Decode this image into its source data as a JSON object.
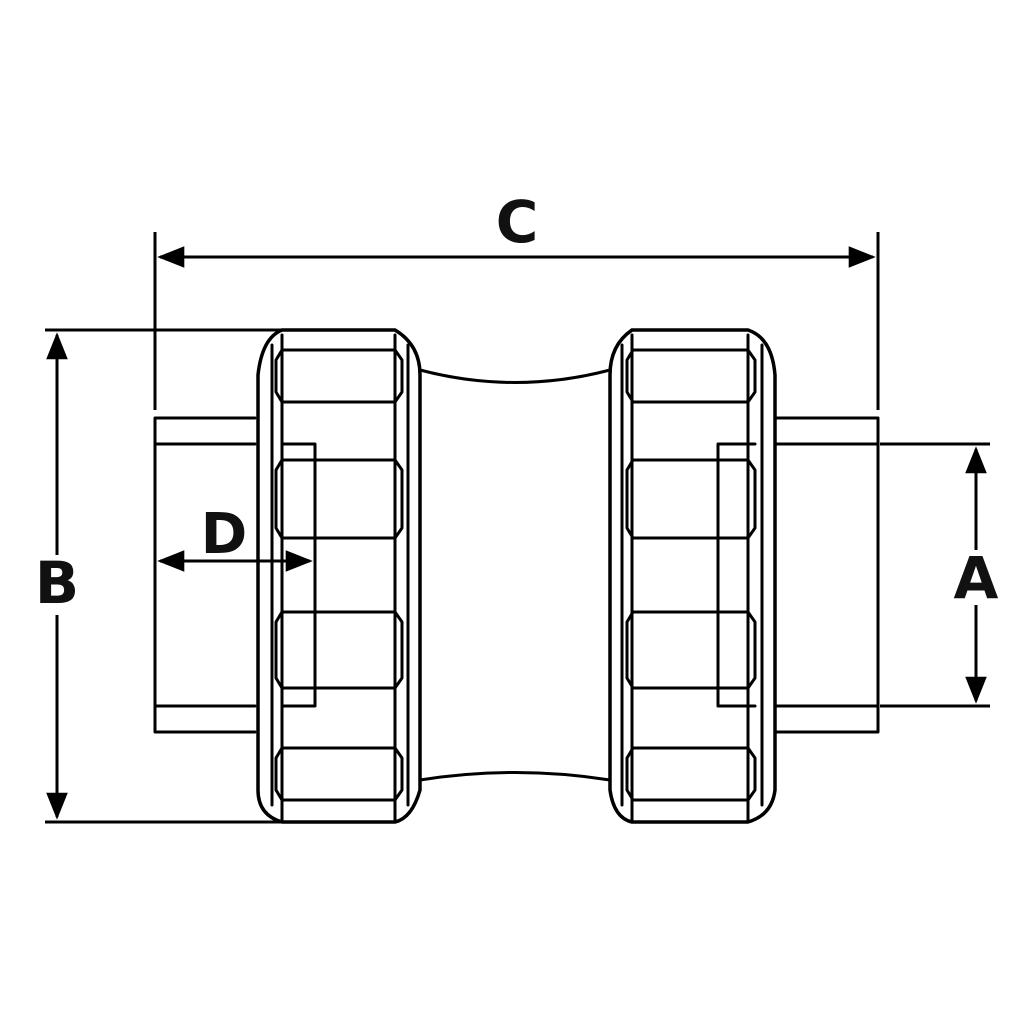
{
  "labels": {
    "a": "A",
    "b": "B",
    "c": "C",
    "d": "D"
  },
  "colors": {
    "line": "#000000",
    "background": "#ffffff"
  }
}
